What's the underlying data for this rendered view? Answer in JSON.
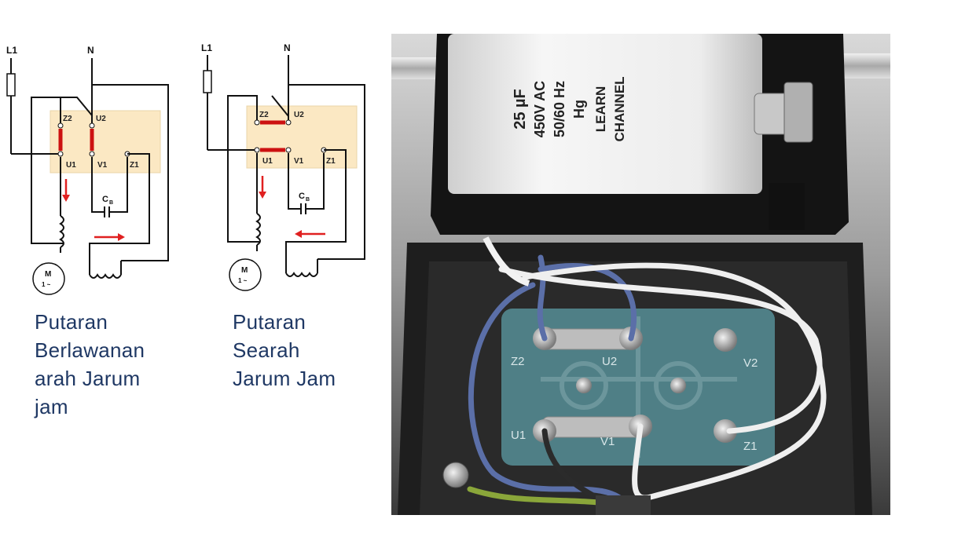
{
  "diagram_labels": {
    "line": "L1",
    "neutral": "N",
    "capacitor_main": "C",
    "capacitor_sub": "B",
    "motor_top": "M",
    "motor_bottom": "1 ~"
  },
  "left_diagram": {
    "terminals": [
      "Z2",
      "U2",
      "U1",
      "V1",
      "Z1"
    ],
    "caption_lines": [
      "Putaran",
      "Berlawanan",
      "arah Jarum",
      "jam"
    ]
  },
  "right_diagram": {
    "terminals": [
      "Z2",
      "U2",
      "U1",
      "V1",
      "Z1"
    ],
    "caption_lines": [
      "Putaran",
      "Searah",
      "Jarum Jam"
    ]
  },
  "photo": {
    "capacitor_label": [
      "25 µF",
      "450V AC",
      "50/60 Hz",
      "Hg",
      "LEARN",
      "CHANNEL"
    ],
    "terminal_labels": [
      "Z2",
      "U2",
      "V2",
      "U1",
      "V1",
      "Z1"
    ]
  },
  "colors": {
    "caption": "#1f3864",
    "terminal_box": "#fbe8c3",
    "arrow": "#e02020",
    "bridge": "#cc1111",
    "board": "#4f7f86"
  }
}
